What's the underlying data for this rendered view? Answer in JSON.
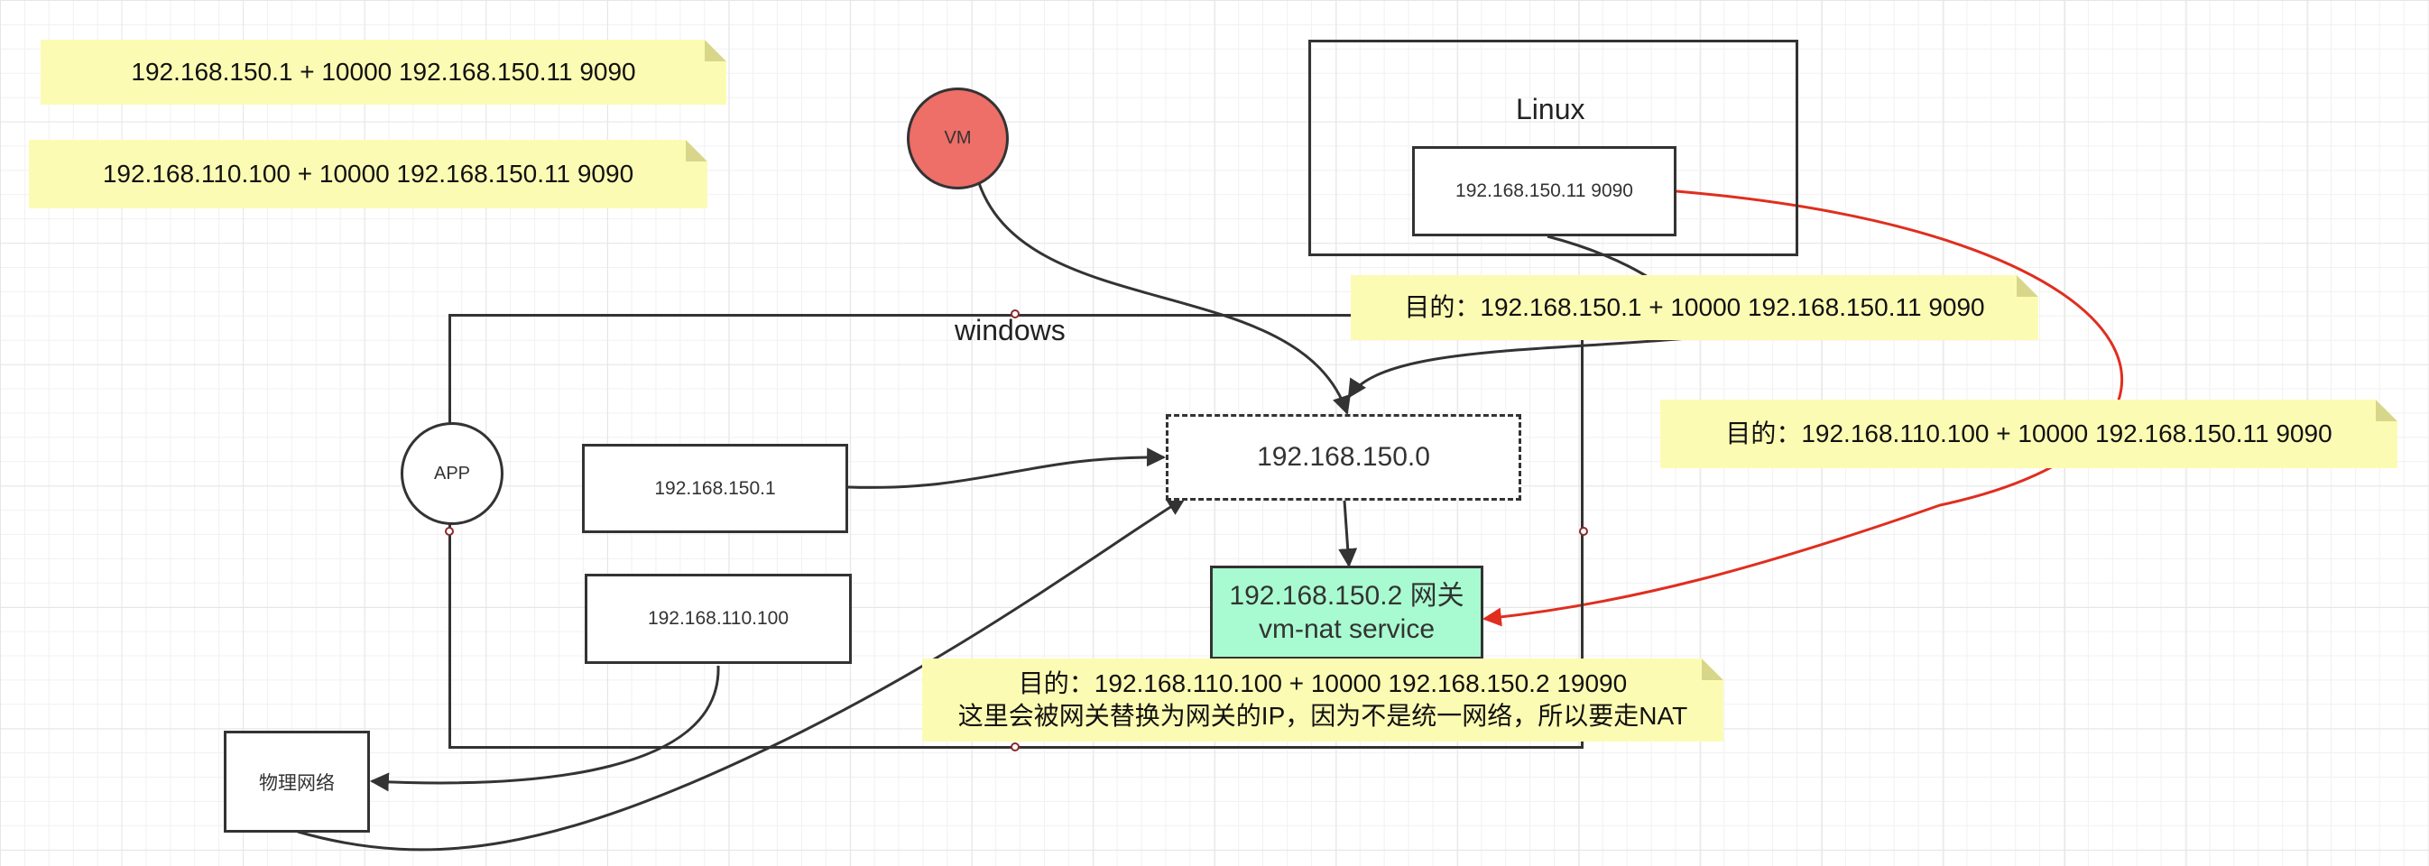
{
  "linux": {
    "label": "Linux",
    "server": "192.168.150.11  9090"
  },
  "vm": {
    "label": "VM",
    "color": "#ee6e68"
  },
  "windows": {
    "label": "windows",
    "app": "APP",
    "host_150": "192.168.150.1",
    "host_110": "192.168.110.100",
    "vmnet": "192.168.150.0",
    "gateway": {
      "line1": "192.168.150.2 网关",
      "line2": "vm-nat  service",
      "color": "#a8fbd0"
    }
  },
  "physical_network": "物理网络",
  "notes": {
    "top1": "192.168.150.1 + 10000   192.168.150.11  9090",
    "top2": "192.168.110.100 + 10000    192.168.150.11  9090",
    "dest1": "目的：192.168.150.1 + 10000   192.168.150.11  9090",
    "dest2": "目的：192.168.110.100 + 10000    192.168.150.11  9090",
    "dest3_line1": "目的：192.168.110.100 + 10000    192.168.150.2   19090",
    "dest3_line2": "这里会被网关替换为网关的IP，因为不是统一网络，所以要走NAT"
  },
  "colors": {
    "note_bg": "#fcfbb3",
    "line": "#333333",
    "highlight": "#e02e1f"
  }
}
